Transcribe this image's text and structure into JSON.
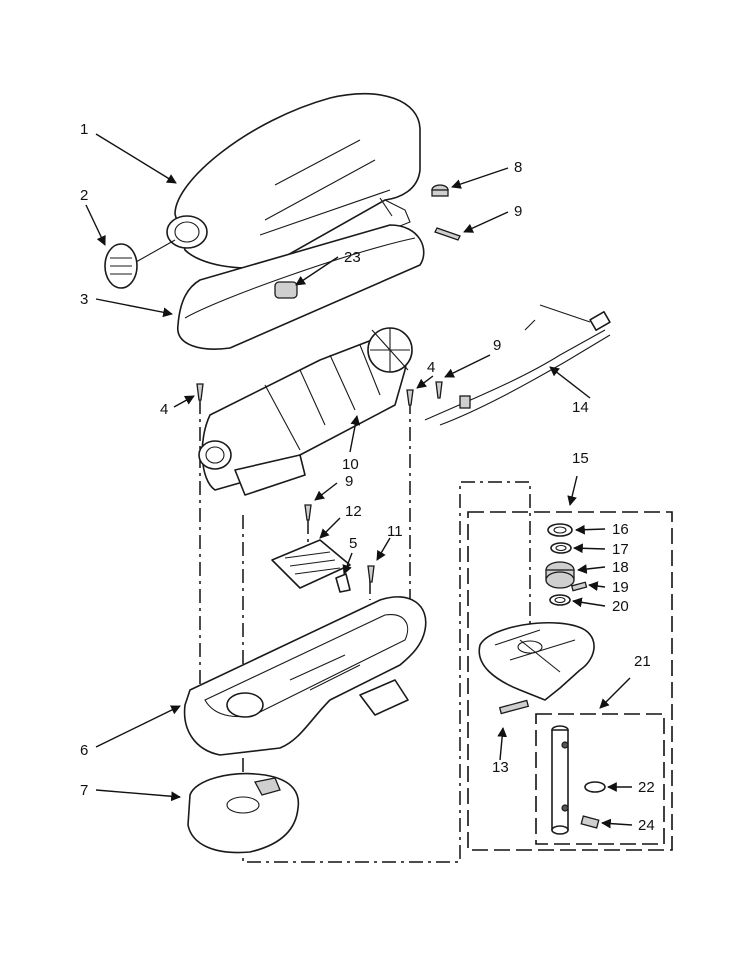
{
  "diagram": {
    "callouts": {
      "c1": "1",
      "c2": "2",
      "c3": "3",
      "c4a": "4",
      "c4b": "4",
      "c5": "5",
      "c6": "6",
      "c7": "7",
      "c8": "8",
      "c9a": "9",
      "c9b": "9",
      "c9c": "9",
      "c10": "10",
      "c11": "11",
      "c12": "12",
      "c13": "13",
      "c14": "14",
      "c15": "15",
      "c16": "16",
      "c17": "17",
      "c18": "18",
      "c19": "19",
      "c20": "20",
      "c21": "21",
      "c22": "22",
      "c23": "23",
      "c24": "24"
    }
  }
}
